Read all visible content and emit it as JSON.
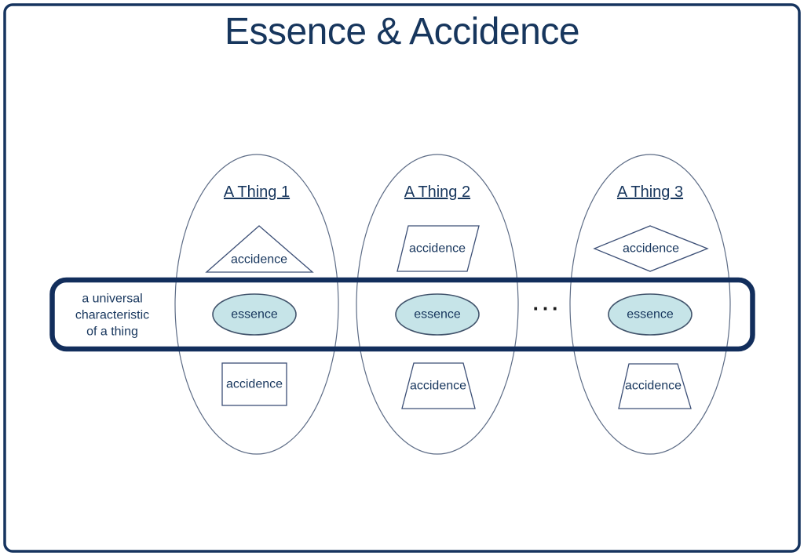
{
  "title": "Essence & Accidence",
  "band": {
    "label": "a universal\ncharacteristic\nof a thing"
  },
  "separator": {
    "dots": "..."
  },
  "things": [
    {
      "name": "A Thing 1",
      "top_shape": "triangle",
      "top_label": "accidence",
      "essence_label": "essence",
      "bottom_shape": "rectangle",
      "bottom_label": "accidence"
    },
    {
      "name": "A Thing 2",
      "top_shape": "parallelogram",
      "top_label": "accidence",
      "essence_label": "essence",
      "bottom_shape": "trapezoid",
      "bottom_label": "accidence"
    },
    {
      "name": "A Thing 3",
      "top_shape": "diamond",
      "top_label": "accidence",
      "essence_label": "essence",
      "bottom_shape": "trapezoid",
      "bottom_label": "accidence"
    }
  ],
  "colors": {
    "navy_text": "#17365D",
    "outer_border": "#16345F",
    "band_border": "#122E5C",
    "ellipse_stroke": "#5D6C86",
    "shape_stroke": "#3C4F76",
    "essence_fill": "#C6E4E8",
    "essence_stroke": "#41536B",
    "dots_color": "#1A1A1A",
    "background": "#FFFFFF"
  }
}
